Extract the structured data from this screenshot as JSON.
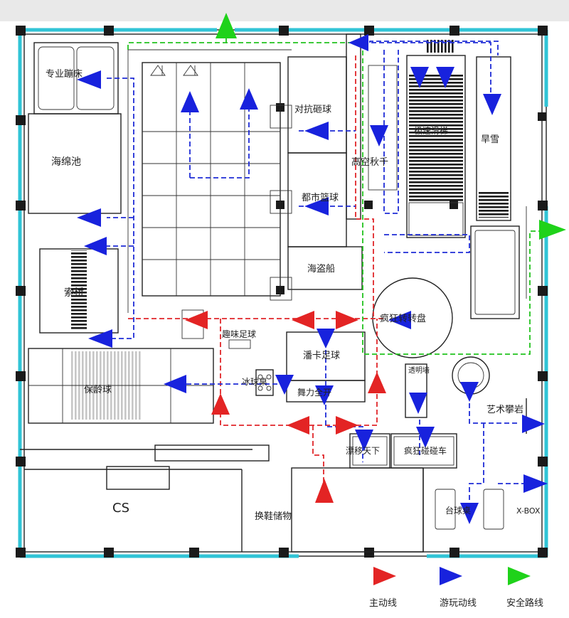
{
  "zones": {
    "pro_trampoline": "专业蹦床",
    "sponge_pit": "海绵池",
    "rope_bridge": "索桥",
    "bowling": "保龄球",
    "dodgeball": "对抗砸球",
    "urban_basketball": "都市篮球",
    "pirate_ship": "海盗船",
    "slide": "极速滑梯",
    "sky_swing": "高空秋千",
    "dry_snow": "旱雪",
    "crazy_turntable": "疯狂转转盘",
    "fun_football": "趣味足球",
    "panna_football": "潘卡足球",
    "dance_machine": "舞力全开",
    "ice_hockey": "冰球桌",
    "transparent_wall": "透明墙",
    "art_climbing": "艺术攀岩",
    "drift": "漂移天下",
    "bumper_car": "疯狂碰碰车",
    "cs": "CS",
    "shoe_storage": "换鞋储物",
    "table_football": "台球桌",
    "xbox": "X-BOX"
  },
  "legend": {
    "main": "主动线",
    "play": "游玩动线",
    "safety": "安全路线"
  },
  "colors": {
    "main_line": "#e32424",
    "play_line": "#1822dd",
    "safety_line": "#1fd21a",
    "glass_wall": "#31c4d6"
  }
}
